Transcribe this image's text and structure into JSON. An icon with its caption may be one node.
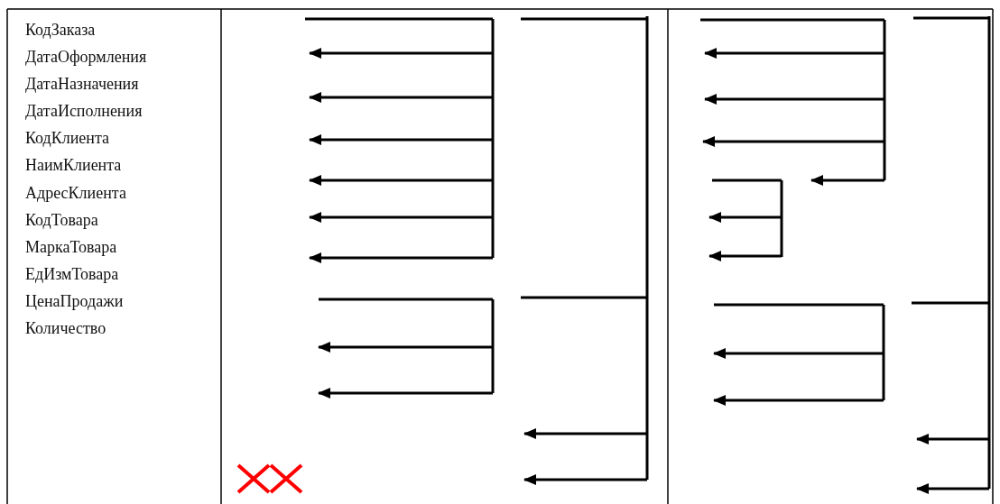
{
  "diagram": {
    "labels": [
      "КодЗаказа",
      "ДатаОформления",
      "ДатаНазначения",
      "ДатаИсполнения",
      "КодКлиента",
      "НаимКлиента",
      "АдресКлиента",
      "КодТовара",
      "МаркаТовара",
      "ЕдИзмТовара",
      "ЦенаПродажи",
      "Количество"
    ]
  }
}
